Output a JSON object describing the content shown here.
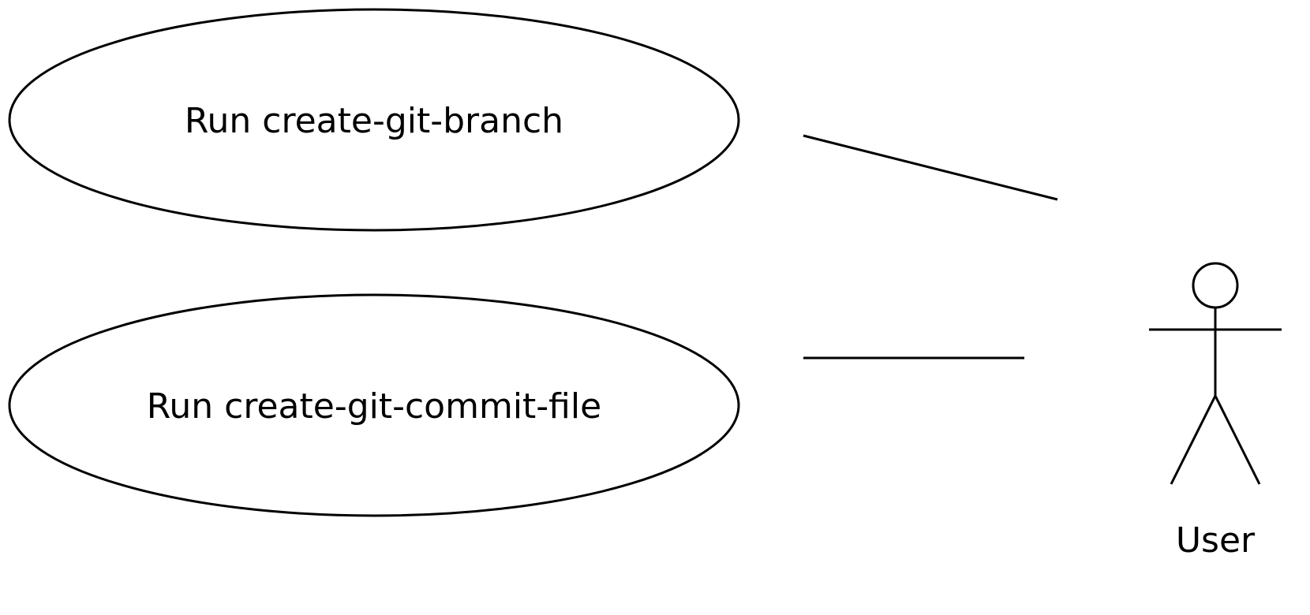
{
  "diagram": {
    "use_cases": [
      {
        "label": "Run create-git-branch"
      },
      {
        "label": "Run create-git-commit-file"
      }
    ],
    "actor": {
      "label": "User"
    },
    "colors": {
      "stroke": "#000000",
      "background": "#ffffff"
    }
  }
}
